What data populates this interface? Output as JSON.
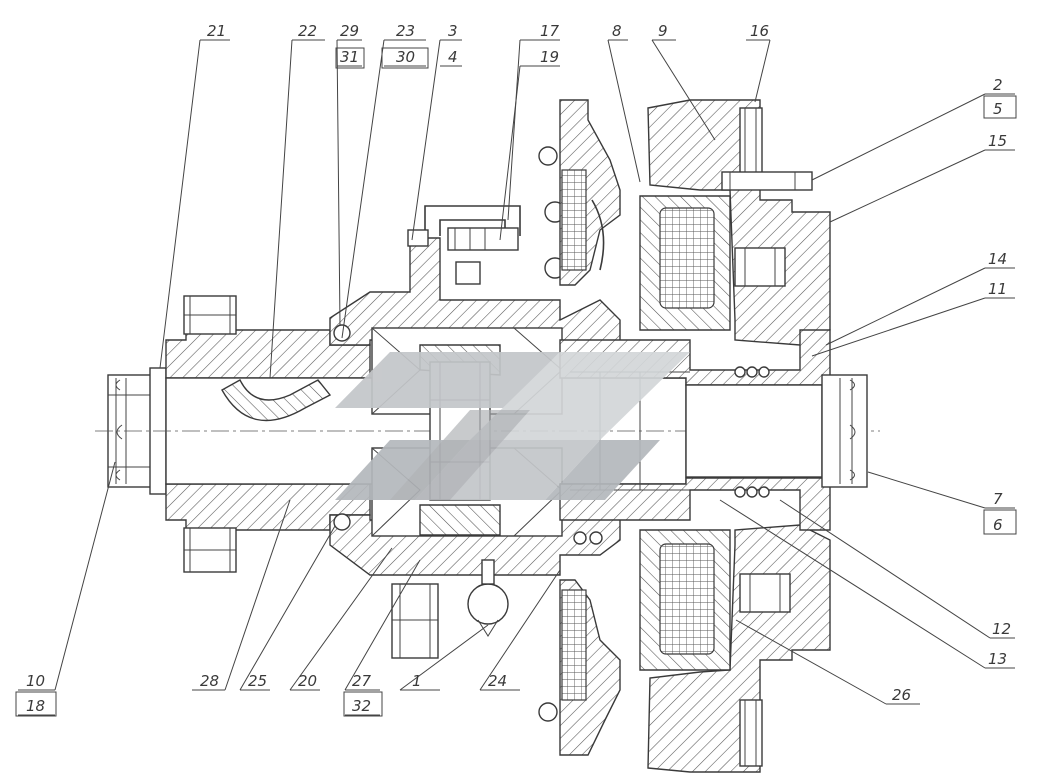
{
  "callouts": {
    "c21": "21",
    "c22": "22",
    "c29": "29",
    "c31": "31",
    "c23": "23",
    "c30": "30",
    "c3": "3",
    "c4": "4",
    "c17": "17",
    "c19": "19",
    "c8": "8",
    "c9": "9",
    "c16": "16",
    "c2": "2",
    "c5": "5",
    "c15": "15",
    "c14": "14",
    "c11": "11",
    "c7": "7",
    "c6": "6",
    "c12": "12",
    "c13": "13",
    "c26": "26",
    "c24": "24",
    "c1": "1",
    "c27": "27",
    "c32": "32",
    "c20": "20",
    "c25": "25",
    "c28": "28",
    "c10": "10",
    "c18": "18"
  },
  "colors": {
    "line": "#3a3a3a",
    "watermark_dark": "#b4b8bc",
    "watermark_light": "#d3d6d8"
  },
  "watermark": {
    "icon": "stylized-chevron-logo"
  }
}
